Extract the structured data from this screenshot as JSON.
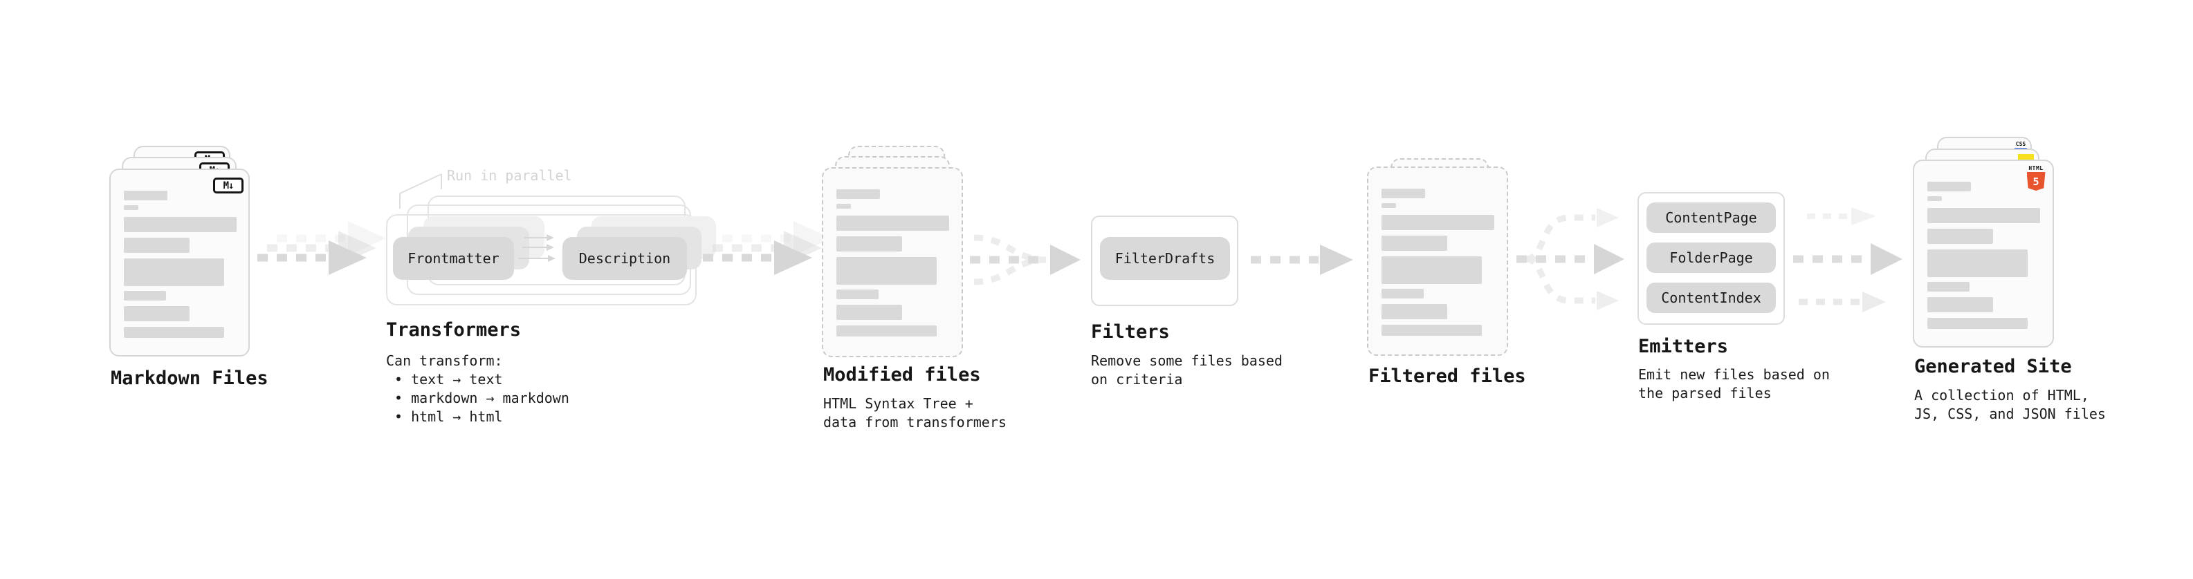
{
  "sections": {
    "markdown_files": {
      "title": "Markdown Files",
      "badge": "M↓"
    },
    "transformers": {
      "title": "Transformers",
      "parallel_note": "Run in parallel",
      "step1": "Frontmatter",
      "step2": "Description",
      "desc_heading": "Can transform:",
      "bullets": [
        "• text → text",
        "• markdown → markdown",
        "• html → html"
      ]
    },
    "modified_files": {
      "title": "Modified files",
      "desc_line1": "HTML Syntax Tree +",
      "desc_line2": "data from transformers"
    },
    "filters": {
      "title": "Filters",
      "step": "FilterDrafts",
      "desc_line1": "Remove some files based",
      "desc_line2": "on criteria"
    },
    "filtered_files": {
      "title": "Filtered files"
    },
    "emitters": {
      "title": "Emitters",
      "emitter1": "ContentPage",
      "emitter2": "FolderPage",
      "emitter3": "ContentIndex",
      "desc_line1": "Emit new files based on",
      "desc_line2": "the parsed files"
    },
    "generated_site": {
      "title": "Generated Site",
      "desc_line1": "A collection of HTML,",
      "desc_line2": "JS, CSS, and JSON files",
      "css_badge": "CSS",
      "html_badge_label": "HTML",
      "html_badge_number": "5"
    }
  },
  "colors": {
    "html5_orange": "#e8542d",
    "js_yellow": "#f7df1e",
    "css_blue": "#2760e8",
    "arrow_gray": "#d9d9d9",
    "placeholder_gray": "#d9d9d9"
  }
}
